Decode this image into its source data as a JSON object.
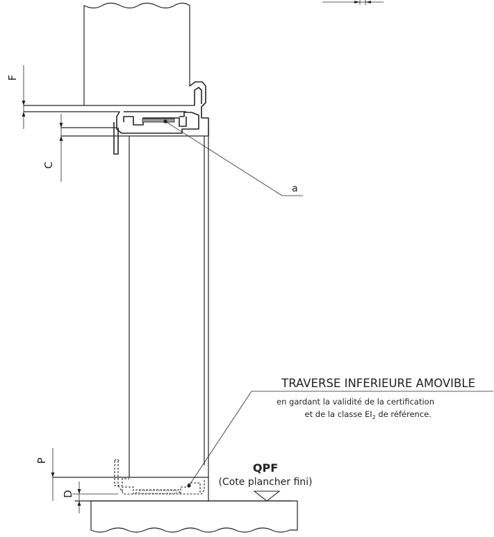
{
  "dimensions": {
    "f_label": "F",
    "c_label": "C",
    "p_label": "P",
    "d_label": "D"
  },
  "callout_a": "a",
  "traverse": {
    "title": "TRAVERSE INFERIEURE AMOVIBLE",
    "line1": "en gardant la validité de la certification",
    "line2_prefix": "et de la classe EI",
    "line2_subscript": "2",
    "line2_suffix": " de référence."
  },
  "floor": {
    "code": "QPF",
    "description": "(Cote plancher fini)"
  }
}
